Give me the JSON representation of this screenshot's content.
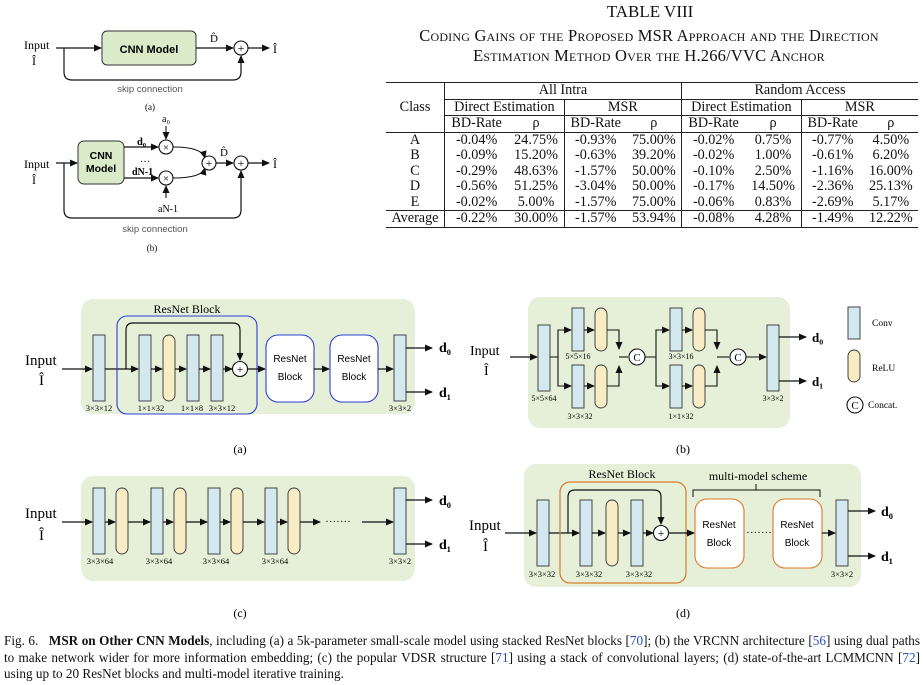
{
  "table": {
    "number": "TABLE VIII",
    "caption_line1": "Coding Gains of the Proposed MSR Approach and the Direction",
    "caption_line2": "Estimation Method Over the H.266/VVC Anchor",
    "groups": [
      "All Intra",
      "Random Access"
    ],
    "methods": [
      "Direct Estimation",
      "MSR",
      "Direct Estimation",
      "MSR"
    ],
    "class_header": "Class",
    "metrics": [
      "BD-Rate",
      "ρ",
      "BD-Rate",
      "ρ",
      "BD-Rate",
      "ρ",
      "BD-Rate",
      "ρ"
    ],
    "rows": [
      [
        "A",
        "-0.04%",
        "24.75%",
        "-0.93%",
        "75.00%",
        "-0.02%",
        "0.75%",
        "-0.77%",
        "4.50%"
      ],
      [
        "B",
        "-0.09%",
        "15.20%",
        "-0.63%",
        "39.20%",
        "-0.02%",
        "1.00%",
        "-0.61%",
        "6.20%"
      ],
      [
        "C",
        "-0.29%",
        "48.63%",
        "-1.57%",
        "50.00%",
        "-0.10%",
        "2.50%",
        "-1.16%",
        "16.00%"
      ],
      [
        "D",
        "-0.56%",
        "51.25%",
        "-3.04%",
        "50.00%",
        "-0.17%",
        "14.50%",
        "-2.36%",
        "25.13%"
      ],
      [
        "E",
        "-0.02%",
        "5.00%",
        "-1.57%",
        "75.00%",
        "-0.06%",
        "0.83%",
        "-2.69%",
        "5.17%"
      ]
    ],
    "average": [
      "Average",
      "-0.22%",
      "30.00%",
      "-1.57%",
      "53.94%",
      "-0.08%",
      "4.28%",
      "-1.49%",
      "12.22%"
    ]
  },
  "small_figs": {
    "input": "Input",
    "input_sym": "Î",
    "cnn_model": "CNN Model",
    "cnn": "CNN",
    "model": "Model",
    "d_hat": "D̂",
    "i_out": "Î",
    "skip": "skip connection",
    "a0": "a₀",
    "d0": "d₀",
    "dots": "…",
    "dN1": "dN-1",
    "aN1": "aN-1",
    "label_a": "(a)",
    "label_b": "(b)"
  },
  "figs": {
    "input": "Input",
    "input_sym": "Î",
    "out_d0": "d₀",
    "out_d1": "d₁",
    "resnet_block": "ResNet Block",
    "resnet": "ResNet",
    "block": "Block",
    "multi_model": "multi-model scheme",
    "concat_sym": "C",
    "dots": "·······",
    "a": {
      "dims": [
        "3×3×12",
        "1×1×32",
        "1×1×8",
        "3×3×12",
        "3×3×2"
      ],
      "label": "(a)"
    },
    "b": {
      "dims": [
        "5×5×64",
        "5×5×16",
        "3×3×32",
        "3×3×16",
        "1×1×32",
        "3×3×2"
      ],
      "label": "(b)"
    },
    "c": {
      "dims": [
        "3×3×64",
        "3×3×64",
        "3×3×64",
        "3×3×64",
        "3×3×2"
      ],
      "label": "(c)"
    },
    "d": {
      "dims": [
        "3×3×32",
        "3×3×32",
        "3×3×32",
        "3×3×2"
      ],
      "label": "(d)"
    },
    "legend": {
      "conv": "Conv",
      "relu": "ReLU",
      "concat": "Concat."
    }
  },
  "caption": {
    "prefix": "Fig. 6.",
    "bold": "MSR on Other CNN Models",
    "t1": ", including (a) a 5k-parameter small-scale model using stacked ResNet blocks [",
    "c1": "70",
    "t2": "]; (b) the VRCNN architecture [",
    "c2": "56",
    "t3": "] using dual paths to make network wider for more information embedding; (c) the popular VDSR structure [",
    "c3": "71",
    "t4": "] using a stack of convolutional layers; (d) state-of-the-art LCMMCNN [",
    "c4": "72",
    "t5": "] using up to 20 ResNet blocks and multi-model iterative training."
  },
  "colors": {
    "panel_bg": "#e6f0d8",
    "conv": "#d3e9ef",
    "relu": "#f7ecc4",
    "cnn_box": "#d9ebc8",
    "resnet_border_a": "#2c3fd0",
    "resnet_border_d": "#d87a2a",
    "citation": "#2a4db3"
  }
}
